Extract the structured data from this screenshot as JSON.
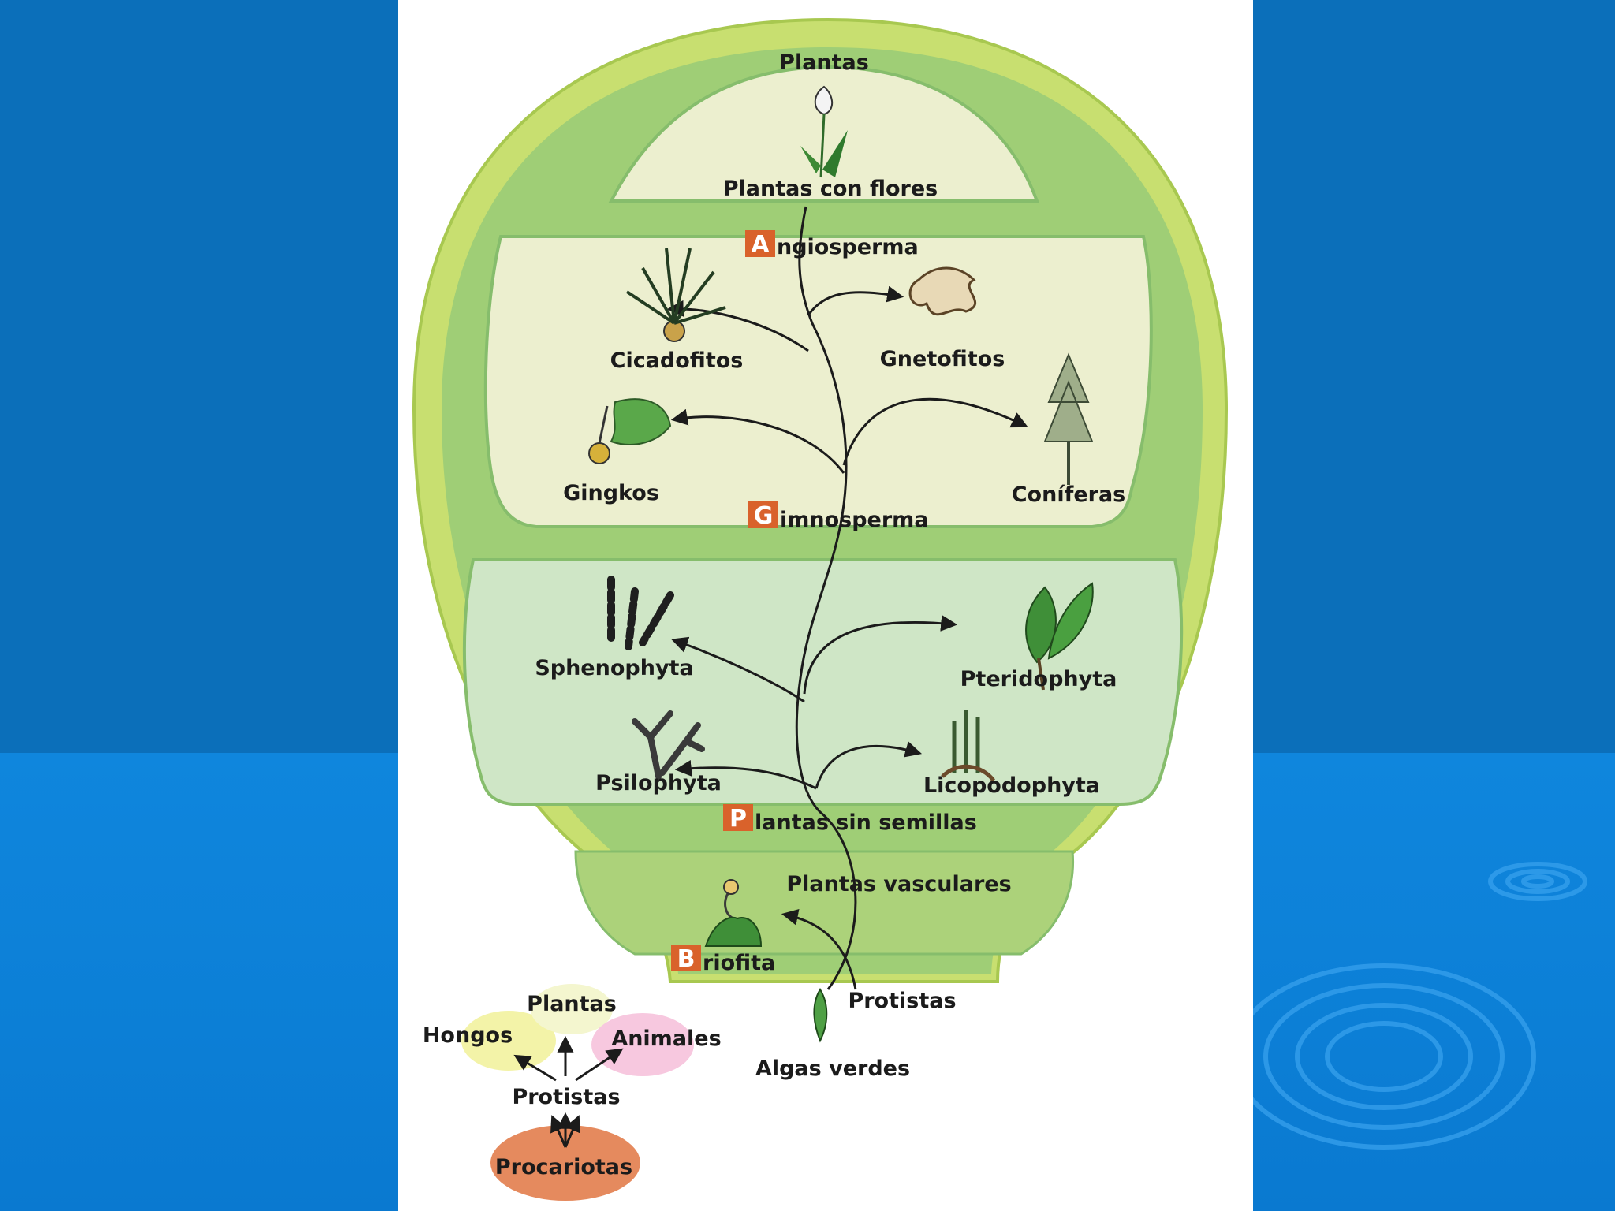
{
  "diagram": {
    "top_label": "Plantas",
    "flowering_label": "Plantas con flores",
    "angio_letter": "A",
    "angio_rest": "ngiosperma",
    "cicadofitos": "Cicadofitos",
    "gnetofitos": "Gnetofitos",
    "gingkos": "Gingkos",
    "coniferas": "Coníferas",
    "gimno_letter": "G",
    "gimno_rest": "imnosperma",
    "sphenophyta": "Sphenophyta",
    "pteridophyta": "Pteridophyta",
    "psilophyta": "Psilophyta",
    "licopodophyta": "Licopodophyta",
    "sin_semillas_letter": "P",
    "sin_semillas_rest": "lantas sin semillas",
    "vasculares": "Plantas vasculares",
    "briofita_letter": "B",
    "briofita_rest": "riofita",
    "protistas_right": "Protistas",
    "algas_verdes": "Algas verdes",
    "mini_plantas": "Plantas",
    "mini_hongos": "Hongos",
    "mini_animales": "Animales",
    "mini_protistas": "Protistas",
    "mini_procariotas": "Procariotas"
  },
  "colors": {
    "background_blue": "#0b6fba",
    "outer_shell": "#c8df70",
    "band": "#9fce76",
    "chamber_light": "#ecefcf",
    "chamber_green": "#cfe6c6",
    "letter_box": "#d9622b"
  }
}
